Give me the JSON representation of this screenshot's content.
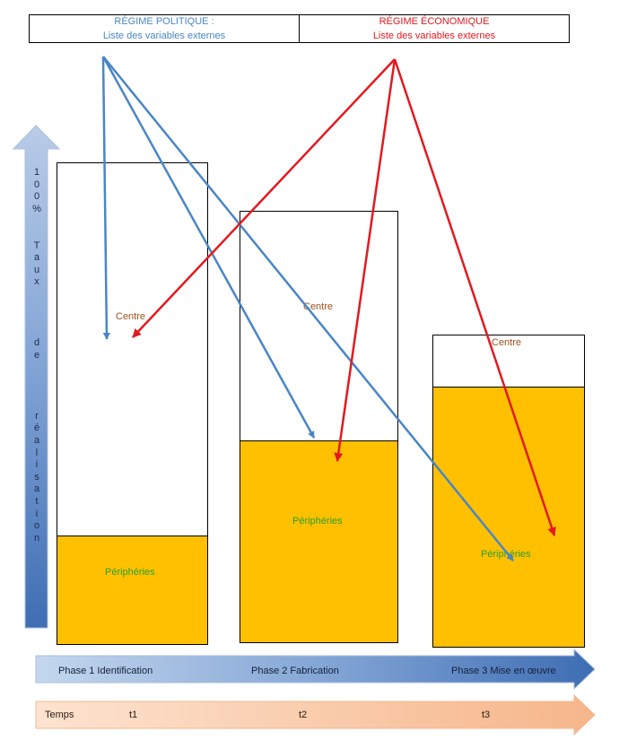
{
  "header": {
    "political": {
      "title": "RÉGIME POLITIQUE :",
      "subtitle": "Liste des variables externes"
    },
    "economic": {
      "title": "RÉGIME ÉCONOMIQUE",
      "subtitle": "Liste des variables externes"
    }
  },
  "y_axis": {
    "chars": [
      "1",
      "0",
      "0",
      "%",
      "",
      "",
      "T",
      "a",
      "u",
      "x",
      "",
      "",
      "",
      "",
      "d",
      "e",
      "",
      "",
      "",
      "",
      "r",
      "é",
      "a",
      "l",
      "i",
      "s",
      "a",
      "t",
      "i",
      "o",
      "n"
    ]
  },
  "columns": [
    {
      "centre": "Centre",
      "peripheries": "Périphéries",
      "peripheries_share": 0.226
    },
    {
      "centre": "Centre",
      "peripheries": "Périphéries",
      "peripheries_share": 0.469
    },
    {
      "centre": "Centre",
      "peripheries": "Périphéries",
      "peripheries_share": 0.836
    }
  ],
  "phases": [
    "Phase 1 Identification",
    "Phase 2 Fabrication",
    "Phase 3 Mise en œuvre"
  ],
  "timeline": {
    "label": "Temps",
    "ticks": [
      "t1",
      "t2",
      "t3"
    ]
  },
  "colors": {
    "political": "#4a86c6",
    "economic": "#e3191f",
    "peripheries_fill": "#ffc000",
    "centre_text": "#a0501a",
    "peripheries_text": "#2aa02a"
  }
}
